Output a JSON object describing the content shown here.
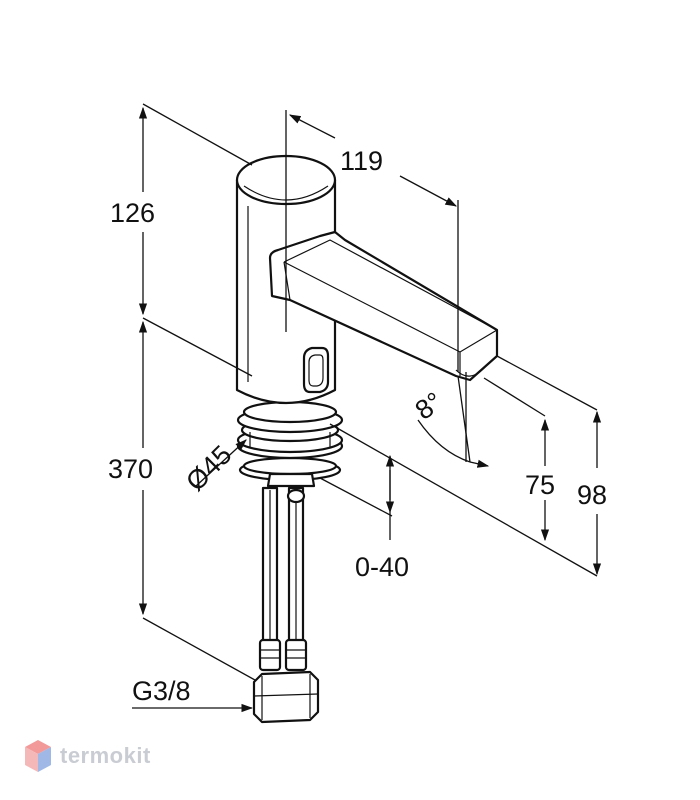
{
  "dimensions": {
    "spout_length": "119",
    "body_height": "126",
    "total_height": "370",
    "body_diameter": "Ø45",
    "outlet_height": "75",
    "spout_height": "98",
    "mount_thickness": "0-40",
    "outlet_angle": "8°",
    "connection_thread": "G3/8"
  },
  "watermark": {
    "text": "termokit"
  },
  "colors": {
    "line": "#111111",
    "watermark_text": "#c9ccd2",
    "watermark_logo_top": "#f29a9a",
    "watermark_logo_side": "#9fb8e6"
  }
}
